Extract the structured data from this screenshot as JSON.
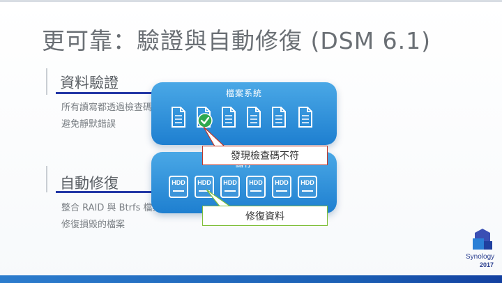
{
  "title": "更可靠：驗證與自動修復 (DSM 6.1)",
  "section1": {
    "heading": "資料驗證",
    "line1": "所有讀寫都透過檢查碼確認完整性",
    "line2": "避免靜默錯誤"
  },
  "section2": {
    "heading": "自動修復",
    "line1": "整合 RAID 與 Btrfs 檔案系統修復，",
    "line2": "修復損毀的檔案"
  },
  "filesystem_panel": {
    "title": "檔案系統"
  },
  "storage_panel": {
    "title": "儲存",
    "hdd_label": "HDD"
  },
  "callout_mismatch": "發現檢查碼不符",
  "callout_repair": "修復資料",
  "brand": {
    "name": "Synology",
    "year": "2017"
  },
  "colors": {
    "accent_blue": "#1e7fd0",
    "underline_navy": "#2438a6",
    "callout_red": "#c0392b",
    "callout_green": "#7fbf3a",
    "check_green": "#2fa84f"
  },
  "icons": [
    "document-icon",
    "checkmark-icon",
    "hdd-icon",
    "synology-logo"
  ]
}
